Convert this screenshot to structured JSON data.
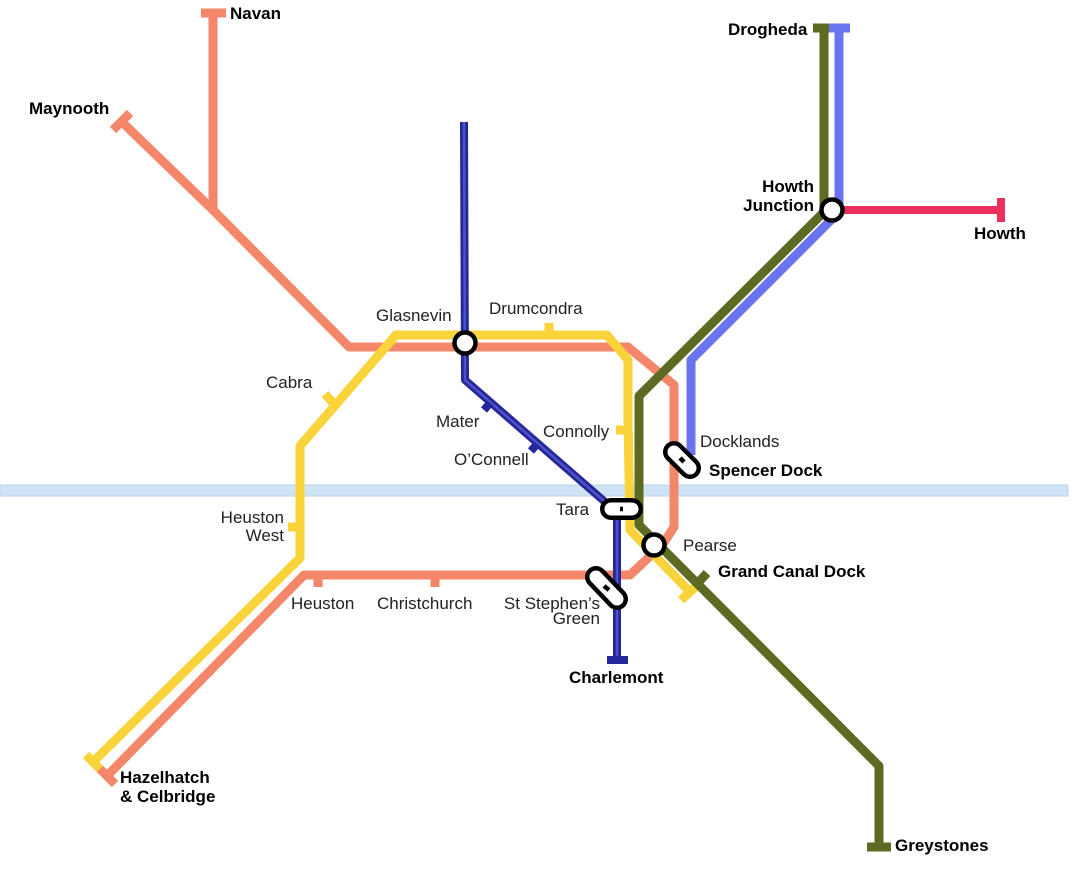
{
  "colors": {
    "river": "#cfe3f7",
    "river_edge": "#b9d4ef",
    "salmon": "#f4876a",
    "yellow": "#f8d33a",
    "navy": "#23279a",
    "olive": "#5c6b21",
    "periwinkle": "#6a74ee",
    "red": "#ec2f5f",
    "interchange_fill": "#ffffff",
    "interchange_stroke": "#000000"
  },
  "stations": {
    "navan": "Navan",
    "maynooth": "Maynooth",
    "drogheda": "Drogheda",
    "howth_junction_1": "Howth",
    "howth_junction_2": "Junction",
    "howth": "Howth",
    "glasnevin": "Glasnevin",
    "drumcondra": "Drumcondra",
    "cabra": "Cabra",
    "mater": "Mater",
    "oconnell": "O’Connell",
    "connolly": "Connolly",
    "docklands": "Docklands",
    "spencer_dock": "Spencer Dock",
    "heuston_west_1": "Heuston",
    "heuston_west_2": "West",
    "tara": "Tara",
    "pearse": "Pearse",
    "grand_canal_dock": "Grand Canal Dock",
    "heuston": "Heuston",
    "christchurch": "Christchurch",
    "st_stephens_1": "St Stephen’s",
    "st_stephens_2": "Green",
    "charlemont": "Charlemont",
    "hazelhatch_1": "Hazelhatch",
    "hazelhatch_2": "& Celbridge",
    "greystones": "Greystones"
  }
}
